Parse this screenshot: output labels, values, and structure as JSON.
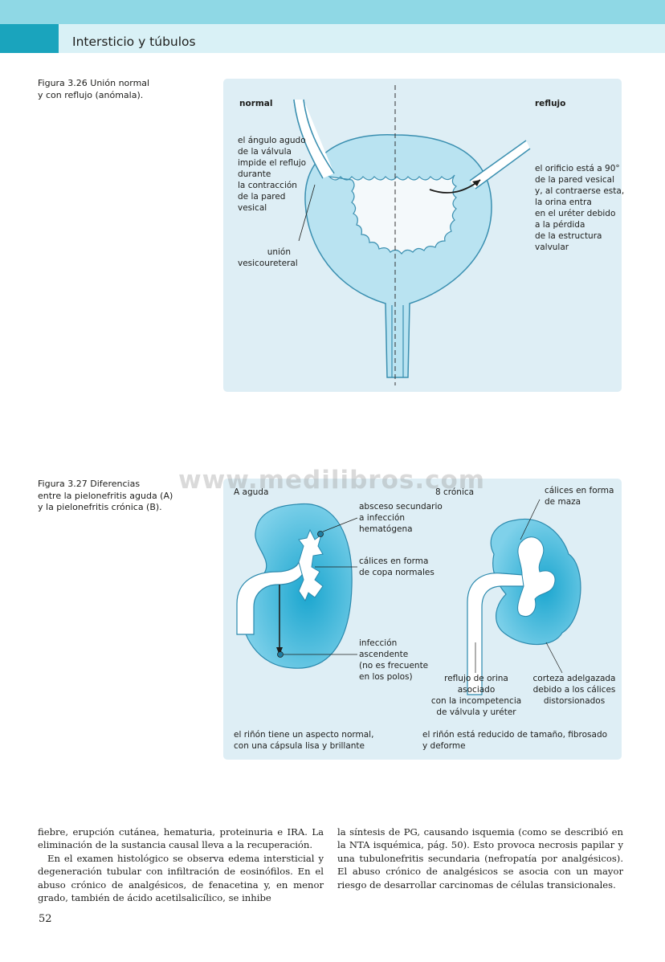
{
  "header": {
    "title": "Intersticio y túbulos"
  },
  "figure_3_26": {
    "caption_lines": [
      "Figura  3.26  Unión  normal",
      "y con reflujo (anómala)."
    ],
    "label_normal": "normal",
    "label_reflujo": "reflujo",
    "left_note": [
      "el ángulo agudo",
      "de la válvula",
      "impide el reflujo",
      "durante",
      "la contracción",
      "de la pared",
      "vesical"
    ],
    "junction_label": [
      "unión",
      "vesicoureteral"
    ],
    "right_note": [
      "el orificio está a 90°",
      "de la pared vesical",
      "y, al contraerse esta,",
      "la orina entra",
      "en el uréter debido",
      "a la pérdida",
      "de la estructura",
      "valvular"
    ]
  },
  "figure_3_27": {
    "caption_lines": [
      "Figura 3.27 Diferencias",
      "entre la pielonefritis aguda (A)",
      "y la pielonefritis crónica (B)."
    ],
    "label_a": "A aguda",
    "label_b": "8 crónica",
    "abscess_note": [
      "absceso secundario",
      "a infección",
      "hematógena"
    ],
    "calices_normal_note": [
      "cálices en forma",
      "de copa normales"
    ],
    "ascending_note": [
      "infección",
      "ascendente",
      "(no es frecuente",
      "en los polos)"
    ],
    "calices_maza_note": [
      "cálices en forma",
      "de maza"
    ],
    "reflux_note": [
      "reflujo de orina",
      "asociado",
      "con la incompetencia",
      "de válvula y uréter"
    ],
    "cortex_note": [
      "corteza adelgazada",
      "debido a los cálices",
      "distorsionados"
    ],
    "kidney_a_summary": [
      "el riñón tiene un aspecto normal,",
      "con una cápsula lisa y brillante"
    ],
    "kidney_b_summary": [
      "el riñón está reducido de tamaño, fibrosado",
      "y deforme"
    ]
  },
  "watermark": "www.medilibros.com",
  "body": {
    "left_p1": "fiebre, erupción cutánea, hematuria, proteinuria e IRA. La eliminación de la sustancia causal lleva a la recuperación.",
    "left_p2": "En el examen histológico se observa edema intersticial y degeneración tubular con infiltración de eosinófilos. En el abuso crónico de analgésicos, de fenacetina y, en menor grado, también de ácido acetilsalicílico, se inhibe",
    "right_p1": "la síntesis de PG, causando isquemia (como se describió en la NTA isquémica, pág. 50). Esto provoca necrosis papilar y una tubulonefritis secundaria (nefropatía por analgésicos). El abuso crónico de analgésicos se asocia con un mayor riesgo de desarrollar carcinomas de células transicionales."
  },
  "page_number": "52"
}
